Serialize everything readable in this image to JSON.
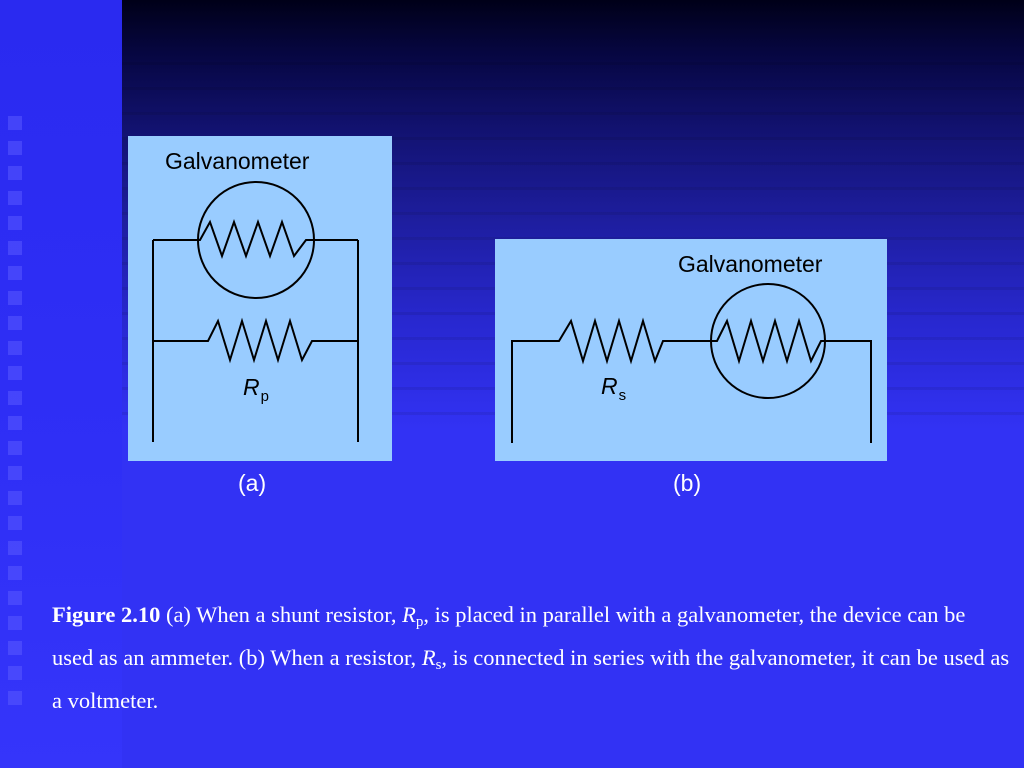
{
  "colors": {
    "background": "#3232f4",
    "panel": "#99ccff",
    "caption_text": "#ffffff",
    "wire": "#000000"
  },
  "panel_a": {
    "galvanometer_label": "Galvanometer",
    "resistor_symbol": "R",
    "resistor_subscript": "p",
    "caption_letter": "(a)"
  },
  "panel_b": {
    "galvanometer_label": "Galvanometer",
    "resistor_symbol": "R",
    "resistor_subscript": "s",
    "caption_letter": "(b)"
  },
  "caption": {
    "figure_label": "Figure 2.10",
    "part1": " (a) When a shunt resistor, ",
    "r1_symbol": "R",
    "r1_subscript": "p",
    "part2": ", is placed in parallel with a galvanometer, the device can be used as an ammeter. (b) When a resistor, ",
    "r2_symbol": "R",
    "r2_subscript": "s",
    "part3": ", is connected in series with the galvanometer, it can be used as a voltmeter."
  }
}
